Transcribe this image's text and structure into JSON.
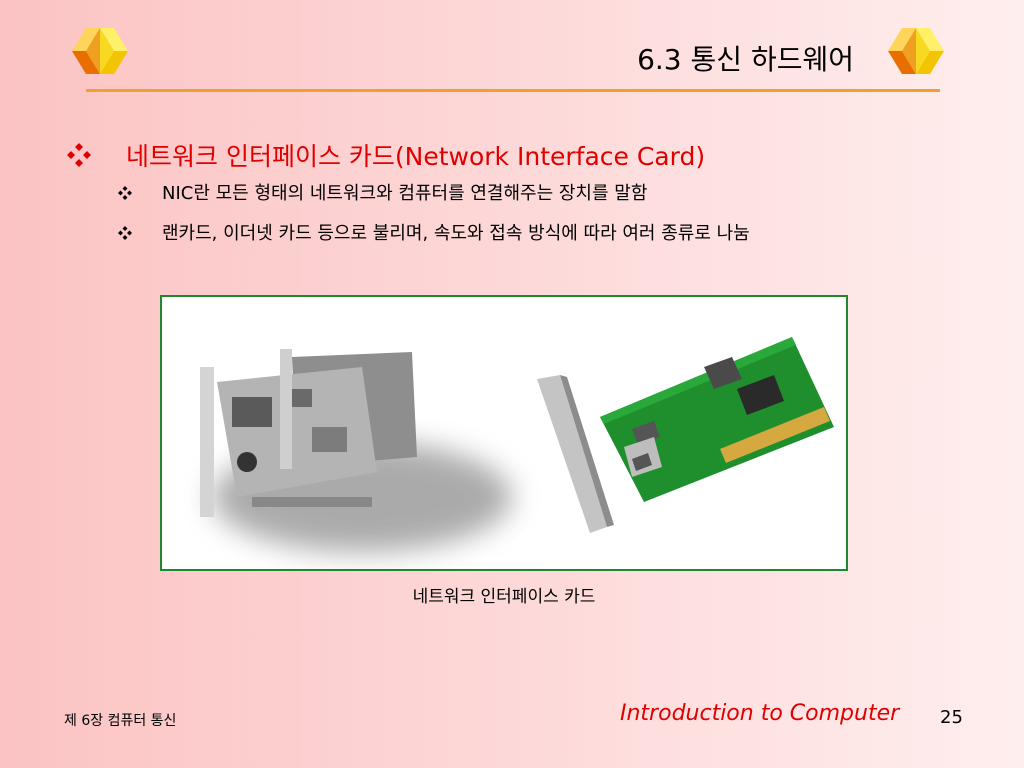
{
  "slide": {
    "title": "6.3 통신 하드웨어",
    "bullet": "네트워크 인터페이스 카드(Network Interface Card)",
    "sub_bullets": [
      "NIC란 모든 형태의 네트워크와 컴퓨터를 연결해주는 장치를 말함",
      "랜카드, 이더넷 카드 등으로 불리며, 속도와 접속 방식에 따라 여러 종류로 나눔"
    ],
    "caption": "네트워크 인터페이스 카드"
  },
  "footer": {
    "chapter": "제 6장 컴퓨터 통신",
    "course": "Introduction to Computer",
    "page": "25"
  },
  "colors": {
    "accent_red": "#e00000",
    "rule_orange": "#f0a030",
    "frame_green": "#1c8a2c"
  },
  "icons": [
    "cube-icon",
    "diamond-bullet-icon"
  ]
}
